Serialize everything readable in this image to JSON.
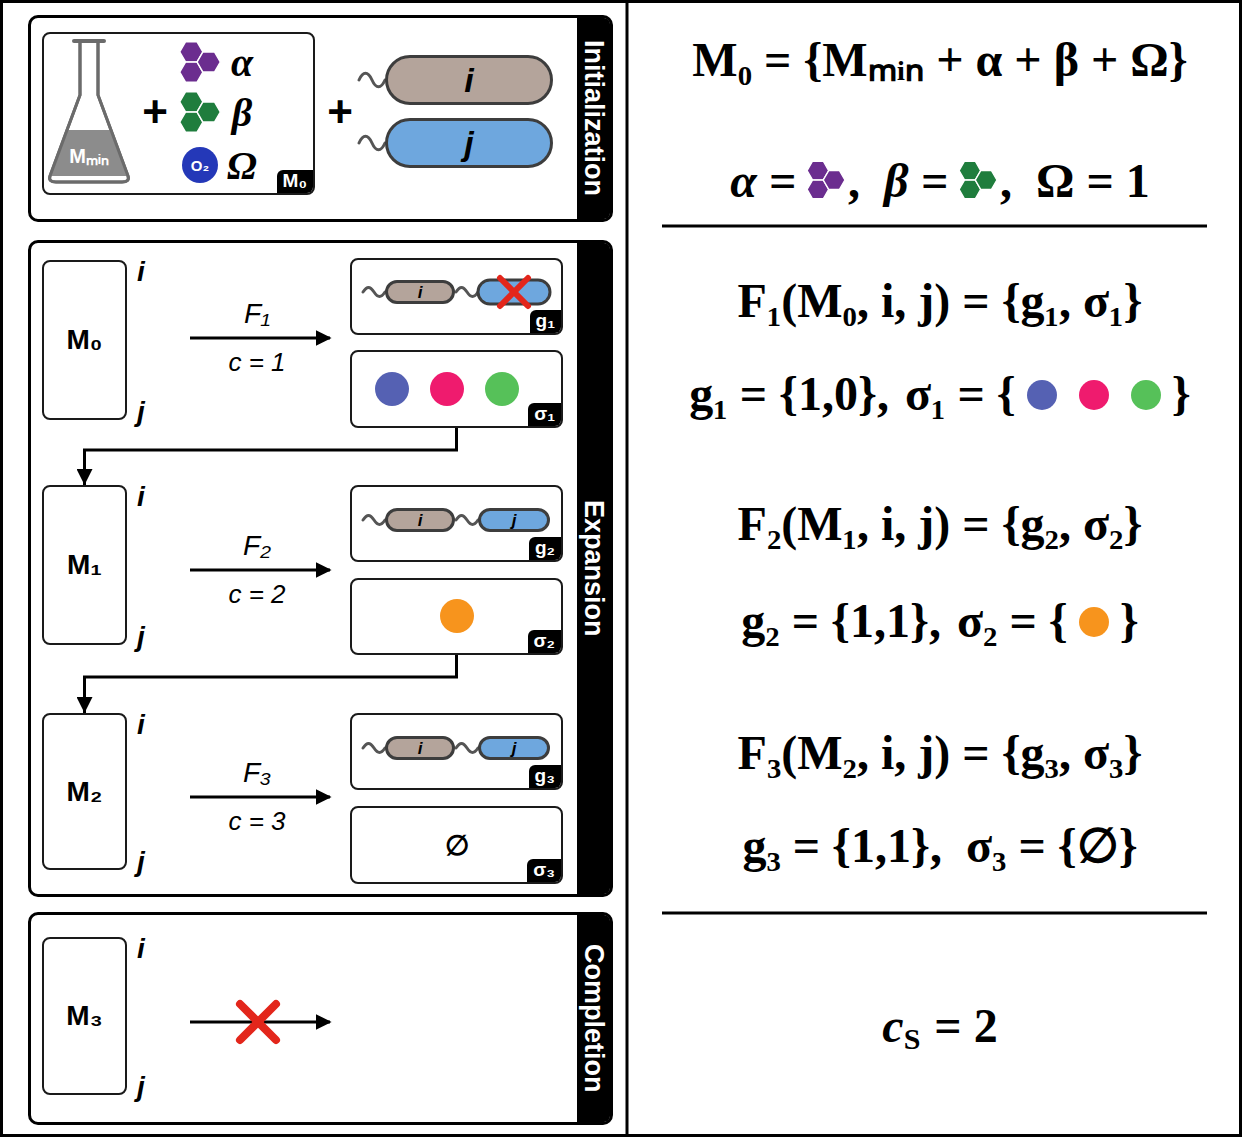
{
  "diagram": {
    "nodes": [
      {
        "text": [
          "Initialization"
        ]
      },
      {
        "text": [
          "M₀"
        ],
        "in": 0
      },
      {
        "text": [
          "i"
        ],
        "in": 0
      },
      {
        "text": [
          "j"
        ],
        "in": 0
      },
      {
        "text": [
          "Expansion"
        ]
      },
      {
        "text": [
          "M₀",
          "i",
          "j"
        ],
        "in": 4
      },
      {
        "text": [
          "g₁"
        ],
        "in": 4
      },
      {
        "text": [
          "i"
        ],
        "in": 6
      },
      {
        "text": [
          "σ₁"
        ],
        "in": 4
      },
      {
        "text": [
          "M₁",
          "i",
          "j"
        ],
        "in": 4
      },
      {
        "text": [
          "g₂"
        ],
        "in": 4
      },
      {
        "text": [
          "i"
        ],
        "in": 10
      },
      {
        "text": [
          "j"
        ],
        "in": 10
      },
      {
        "text": [
          "σ₂"
        ],
        "in": 4
      },
      {
        "text": [
          "M₂",
          "i",
          "j"
        ],
        "in": 4
      },
      {
        "text": [
          "g₃"
        ],
        "in": 4
      },
      {
        "text": [
          "i"
        ],
        "in": 15
      },
      {
        "text": [
          "j"
        ],
        "in": 15
      },
      {
        "text": [
          "∅",
          "σ₃"
        ],
        "in": 4
      },
      {
        "text": [
          "Completion"
        ]
      },
      {
        "text": [
          "M₃",
          "i",
          "j"
        ],
        "in": 19
      }
    ],
    "edges": [
      {
        "from": 8,
        "to": 9,
        "arrow": "to"
      },
      {
        "from": 13,
        "to": 14,
        "arrow": "to"
      }
    ],
    "labels": [
      "Mₘᵢₙ",
      "+",
      "α",
      "β",
      "O₂",
      "Ω",
      "+",
      "F₁",
      "c = 1",
      "F₂",
      "c = 2",
      "F₃",
      "c = 3",
      "M₀ = {Mₘᵢₙ + α + β + Ω}",
      "α =",
      ",",
      "β =",
      ",",
      "Ω = 1",
      "F₁(M₀, i, j) = {g₁, σ₁}",
      "g₁ = {1,0},",
      "σ₁ = {",
      "}",
      "F₂(M₁, i, j) = {g₂, σ₂}",
      "g₂ = {1,1},",
      "σ₂ = {",
      "}",
      "F₃(M₂, i, j) = {g₃, σ₃}",
      "g₃ = {1,1},  σ₃ = {∅}",
      "c",
      "S",
      "= 2"
    ]
  }
}
